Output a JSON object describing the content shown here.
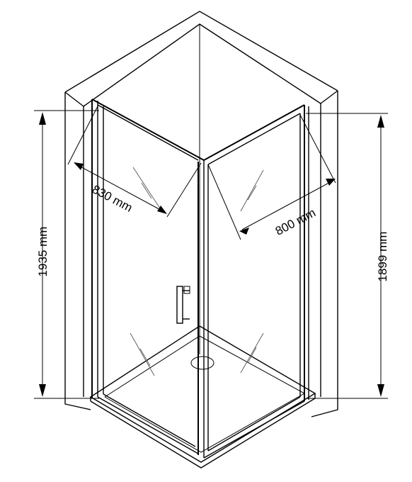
{
  "dimensions": {
    "height_left": "1935 mm",
    "height_right": "1899 mm",
    "width_left": "830 mm",
    "width_right": "800 mm"
  }
}
